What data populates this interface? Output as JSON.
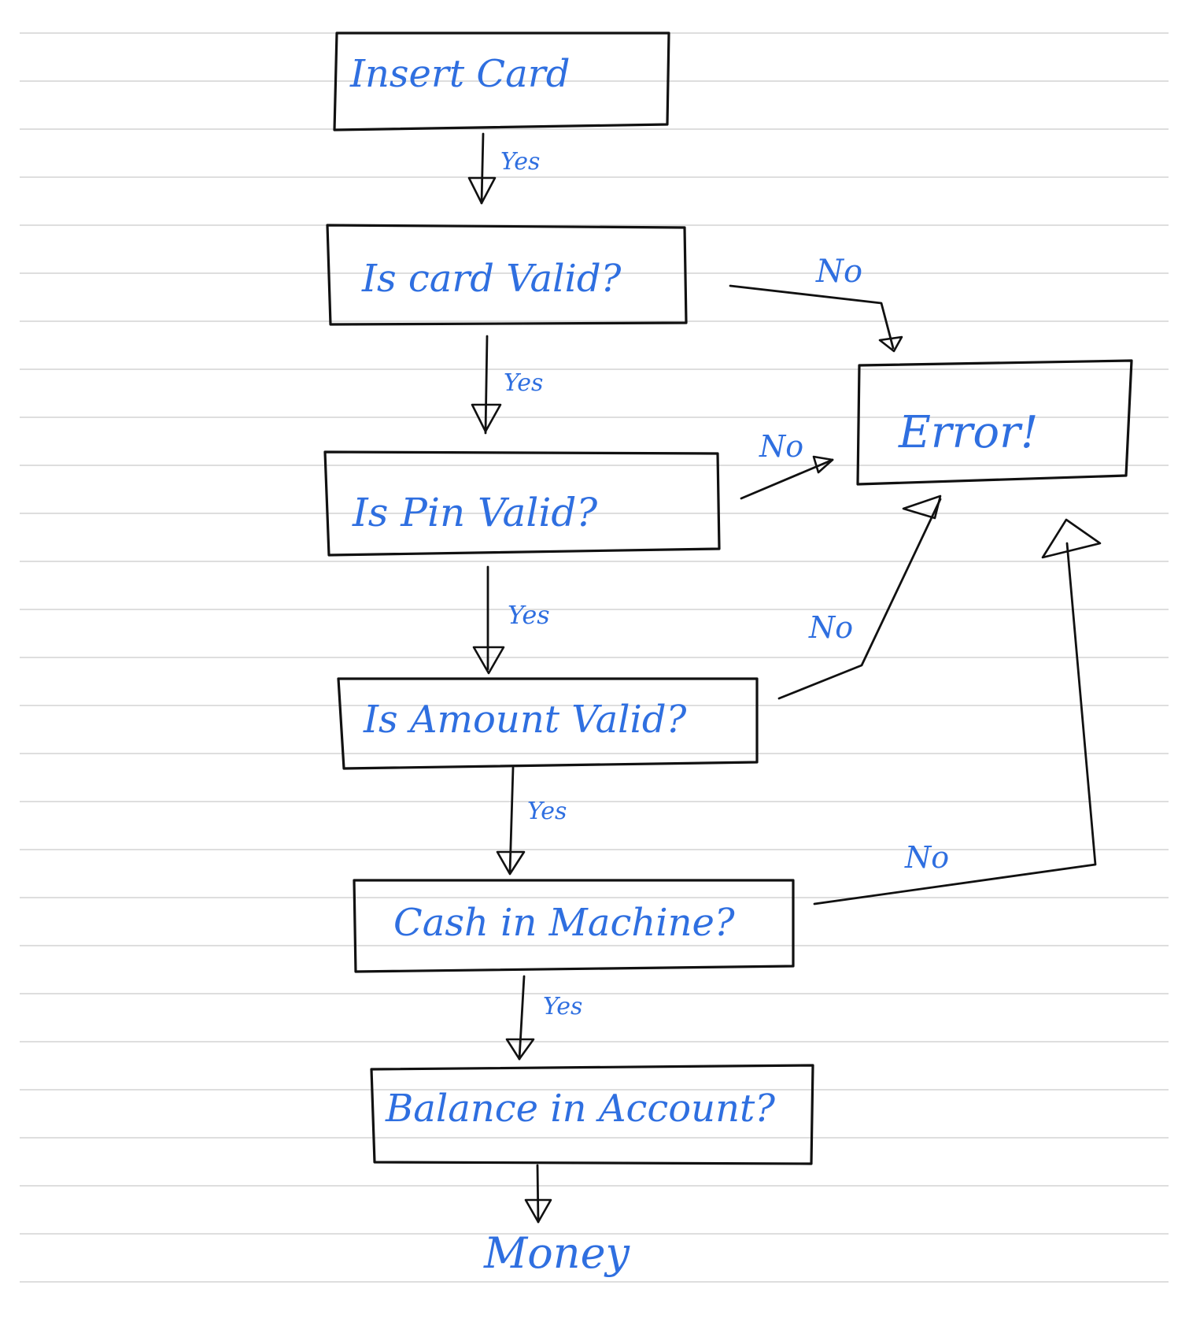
{
  "colors": {
    "paper": "#ffffff",
    "rule_line": "#c9c9c9",
    "ink": "#111111",
    "handwriting": "#2f6fe0"
  },
  "nodes": {
    "insert_card": "Insert Card",
    "card_valid": "Is card Valid?",
    "pin_valid": "Is Pin Valid?",
    "amount_valid": "Is Amount Valid?",
    "cash_in_machine": "Cash in Machine?",
    "balance_in_account": "Balance in Account?",
    "error": "Error!",
    "money": "Money"
  },
  "edge_labels": {
    "insert_to_card_yes": "Yes",
    "card_to_pin_yes": "Yes",
    "pin_to_amount_yes": "Yes",
    "amount_to_cash_yes": "Yes",
    "cash_to_balance_yes": "Yes",
    "card_to_error_no": "No",
    "pin_to_error_no": "No",
    "amount_to_error_no": "No",
    "cash_to_error_no": "No"
  }
}
